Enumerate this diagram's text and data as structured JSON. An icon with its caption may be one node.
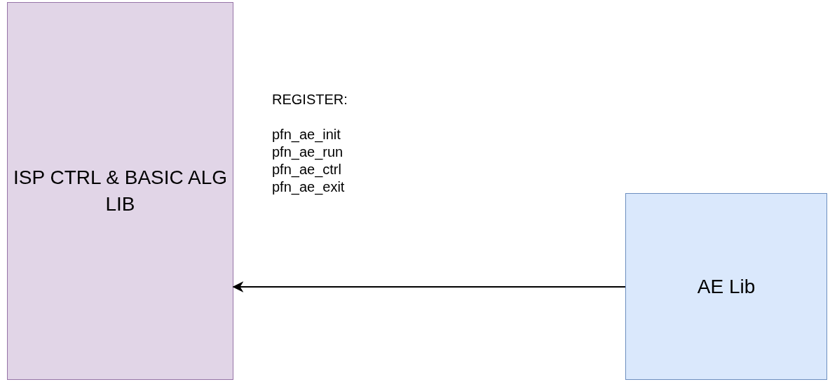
{
  "diagram": {
    "nodes": [
      {
        "text": [
          "ISP CTRL & BASIC ALG LIB"
        ]
      },
      {
        "text": [
          "AE Lib"
        ]
      }
    ],
    "edges": [
      {
        "from": 1,
        "to": 0,
        "arrow": "to"
      }
    ],
    "labels": [
      "REGISTER:",
      "pfn_ae_init",
      "pfn_ae_run",
      "pfn_ae_ctrl",
      "pfn_ae_exit"
    ]
  }
}
